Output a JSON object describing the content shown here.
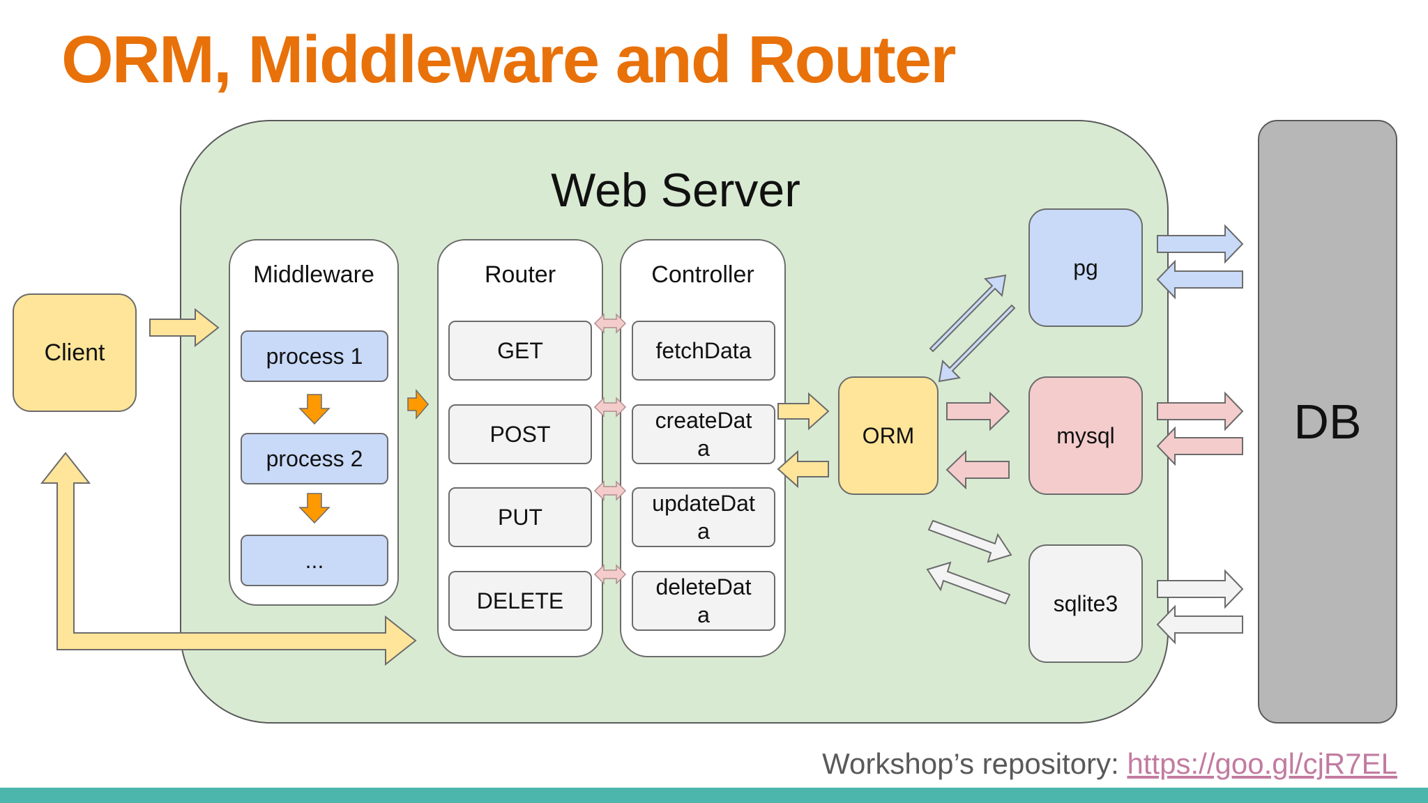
{
  "title": "ORM, Middleware and Router",
  "web_server": {
    "label": "Web Server"
  },
  "client": {
    "label": "Client"
  },
  "middleware": {
    "label": "Middleware",
    "items": [
      "process 1",
      "process 2",
      "..."
    ]
  },
  "router": {
    "label": "Router",
    "items": [
      "GET",
      "POST",
      "PUT",
      "DELETE"
    ]
  },
  "controller": {
    "label": "Controller",
    "items": [
      "fetchData",
      "createDat\na",
      "updateDat\na",
      "deleteDat\na"
    ]
  },
  "orm": {
    "label": "ORM"
  },
  "drivers": [
    {
      "label": "pg",
      "color": "#c9daf8"
    },
    {
      "label": "mysql",
      "color": "#f4cccc"
    },
    {
      "label": "sqlite3",
      "color": "#f3f3f3"
    }
  ],
  "db": {
    "label": "DB"
  },
  "footer": {
    "text": "Workshop’s repository: ",
    "link": "https://goo.gl/cjR7EL"
  },
  "colors": {
    "title": "#e8710a",
    "server_bg": "#d9ead3",
    "yellow": "#ffe599",
    "blue": "#c9daf8",
    "pink": "#f4cccc",
    "light": "#f3f3f3",
    "orange": "#ff9900",
    "db": "#b7b7b7",
    "footer_bar": "#4db6ac"
  }
}
